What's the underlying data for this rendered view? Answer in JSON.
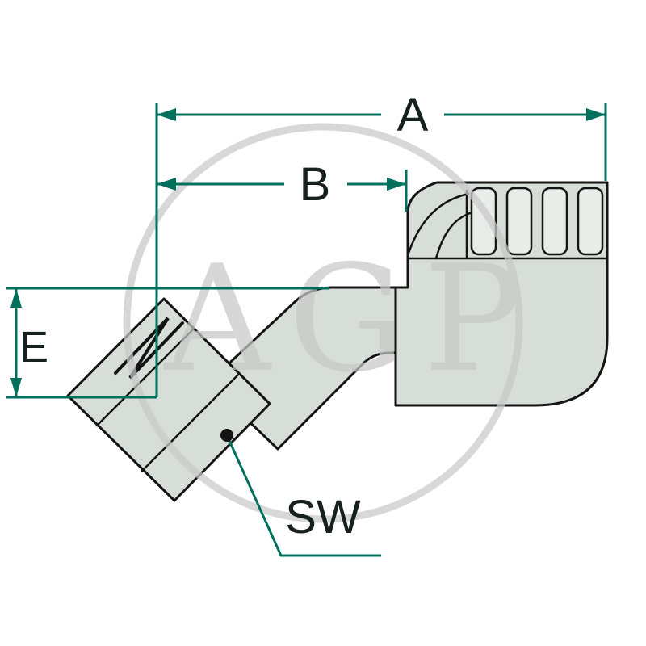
{
  "watermark": {
    "text": "AGP"
  },
  "labels": {
    "a": "A",
    "b": "B",
    "e": "E",
    "sw": "SW"
  },
  "colors": {
    "dimension_line": "#00705c",
    "label_color": "#16201e",
    "outline": "#141414",
    "metal_fill": "#d7ddd7",
    "slot_fill": "#e9ede9",
    "watermark_color": "#c9c9c9",
    "background": "#ffffff"
  }
}
